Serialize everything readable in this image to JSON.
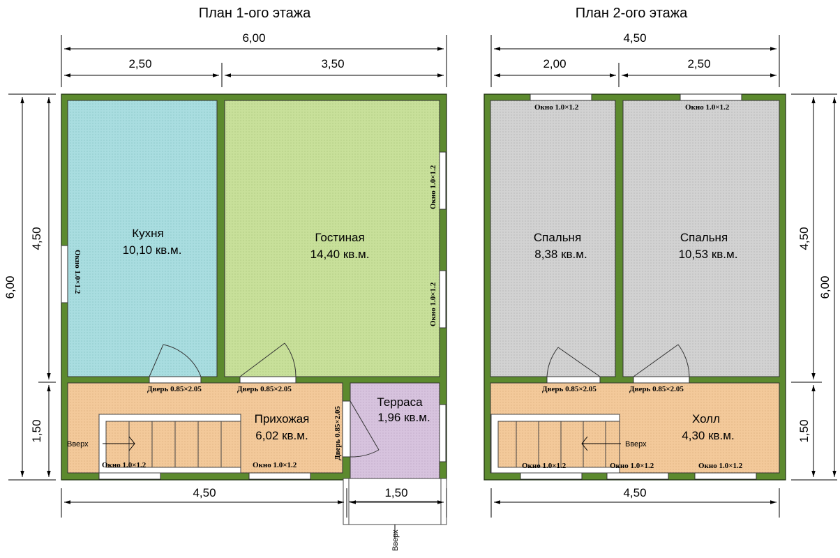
{
  "titles": {
    "floor1": "План 1-ого этажа",
    "floor2": "План 2-ого этажа"
  },
  "floor1": {
    "dims": {
      "total_top": "6,00",
      "top_left": "2,50",
      "top_right": "3,50",
      "left_total": "6,00",
      "left_upper": "4,50",
      "left_lower": "1,50",
      "bottom_main": "4,50",
      "bottom_terrace": "1,50"
    },
    "rooms": {
      "kitchen": {
        "name": "Кухня",
        "area": "10,10 кв.м."
      },
      "living": {
        "name": "Гостиная",
        "area": "14,40 кв.м."
      },
      "hall": {
        "name": "Прихожая",
        "area": "6,02 кв.м."
      },
      "terrace": {
        "name": "Терраса",
        "area": "1,96 кв.м."
      }
    },
    "labels": {
      "window": "Окно 1.0×1.2",
      "door": "Дверь 0.85×2.05",
      "up": "Вверх"
    }
  },
  "floor2": {
    "dims": {
      "total_top": "4,50",
      "top_left": "2,00",
      "top_right": "2,50",
      "right_total": "6,00",
      "right_upper": "4,50",
      "right_lower": "1,50",
      "bottom": "4,50"
    },
    "rooms": {
      "bedroom1": {
        "name": "Спальня",
        "area": "8,38 кв.м."
      },
      "bedroom2": {
        "name": "Спальня",
        "area": "10,53 кв.м."
      },
      "hall": {
        "name": "Холл",
        "area": "4,30 кв.м."
      }
    },
    "labels": {
      "window": "Окно 1.0×1.2",
      "door": "Дверь 0.85×2.05",
      "up": "Вверх"
    }
  },
  "colors": {
    "wall": "#5c8a2e",
    "kitchen": "#a9dde0",
    "living": "#c8e09a",
    "hall": "#f3c99a",
    "terrace": "#d7c3de",
    "bedroom": "#d2d2d2"
  }
}
